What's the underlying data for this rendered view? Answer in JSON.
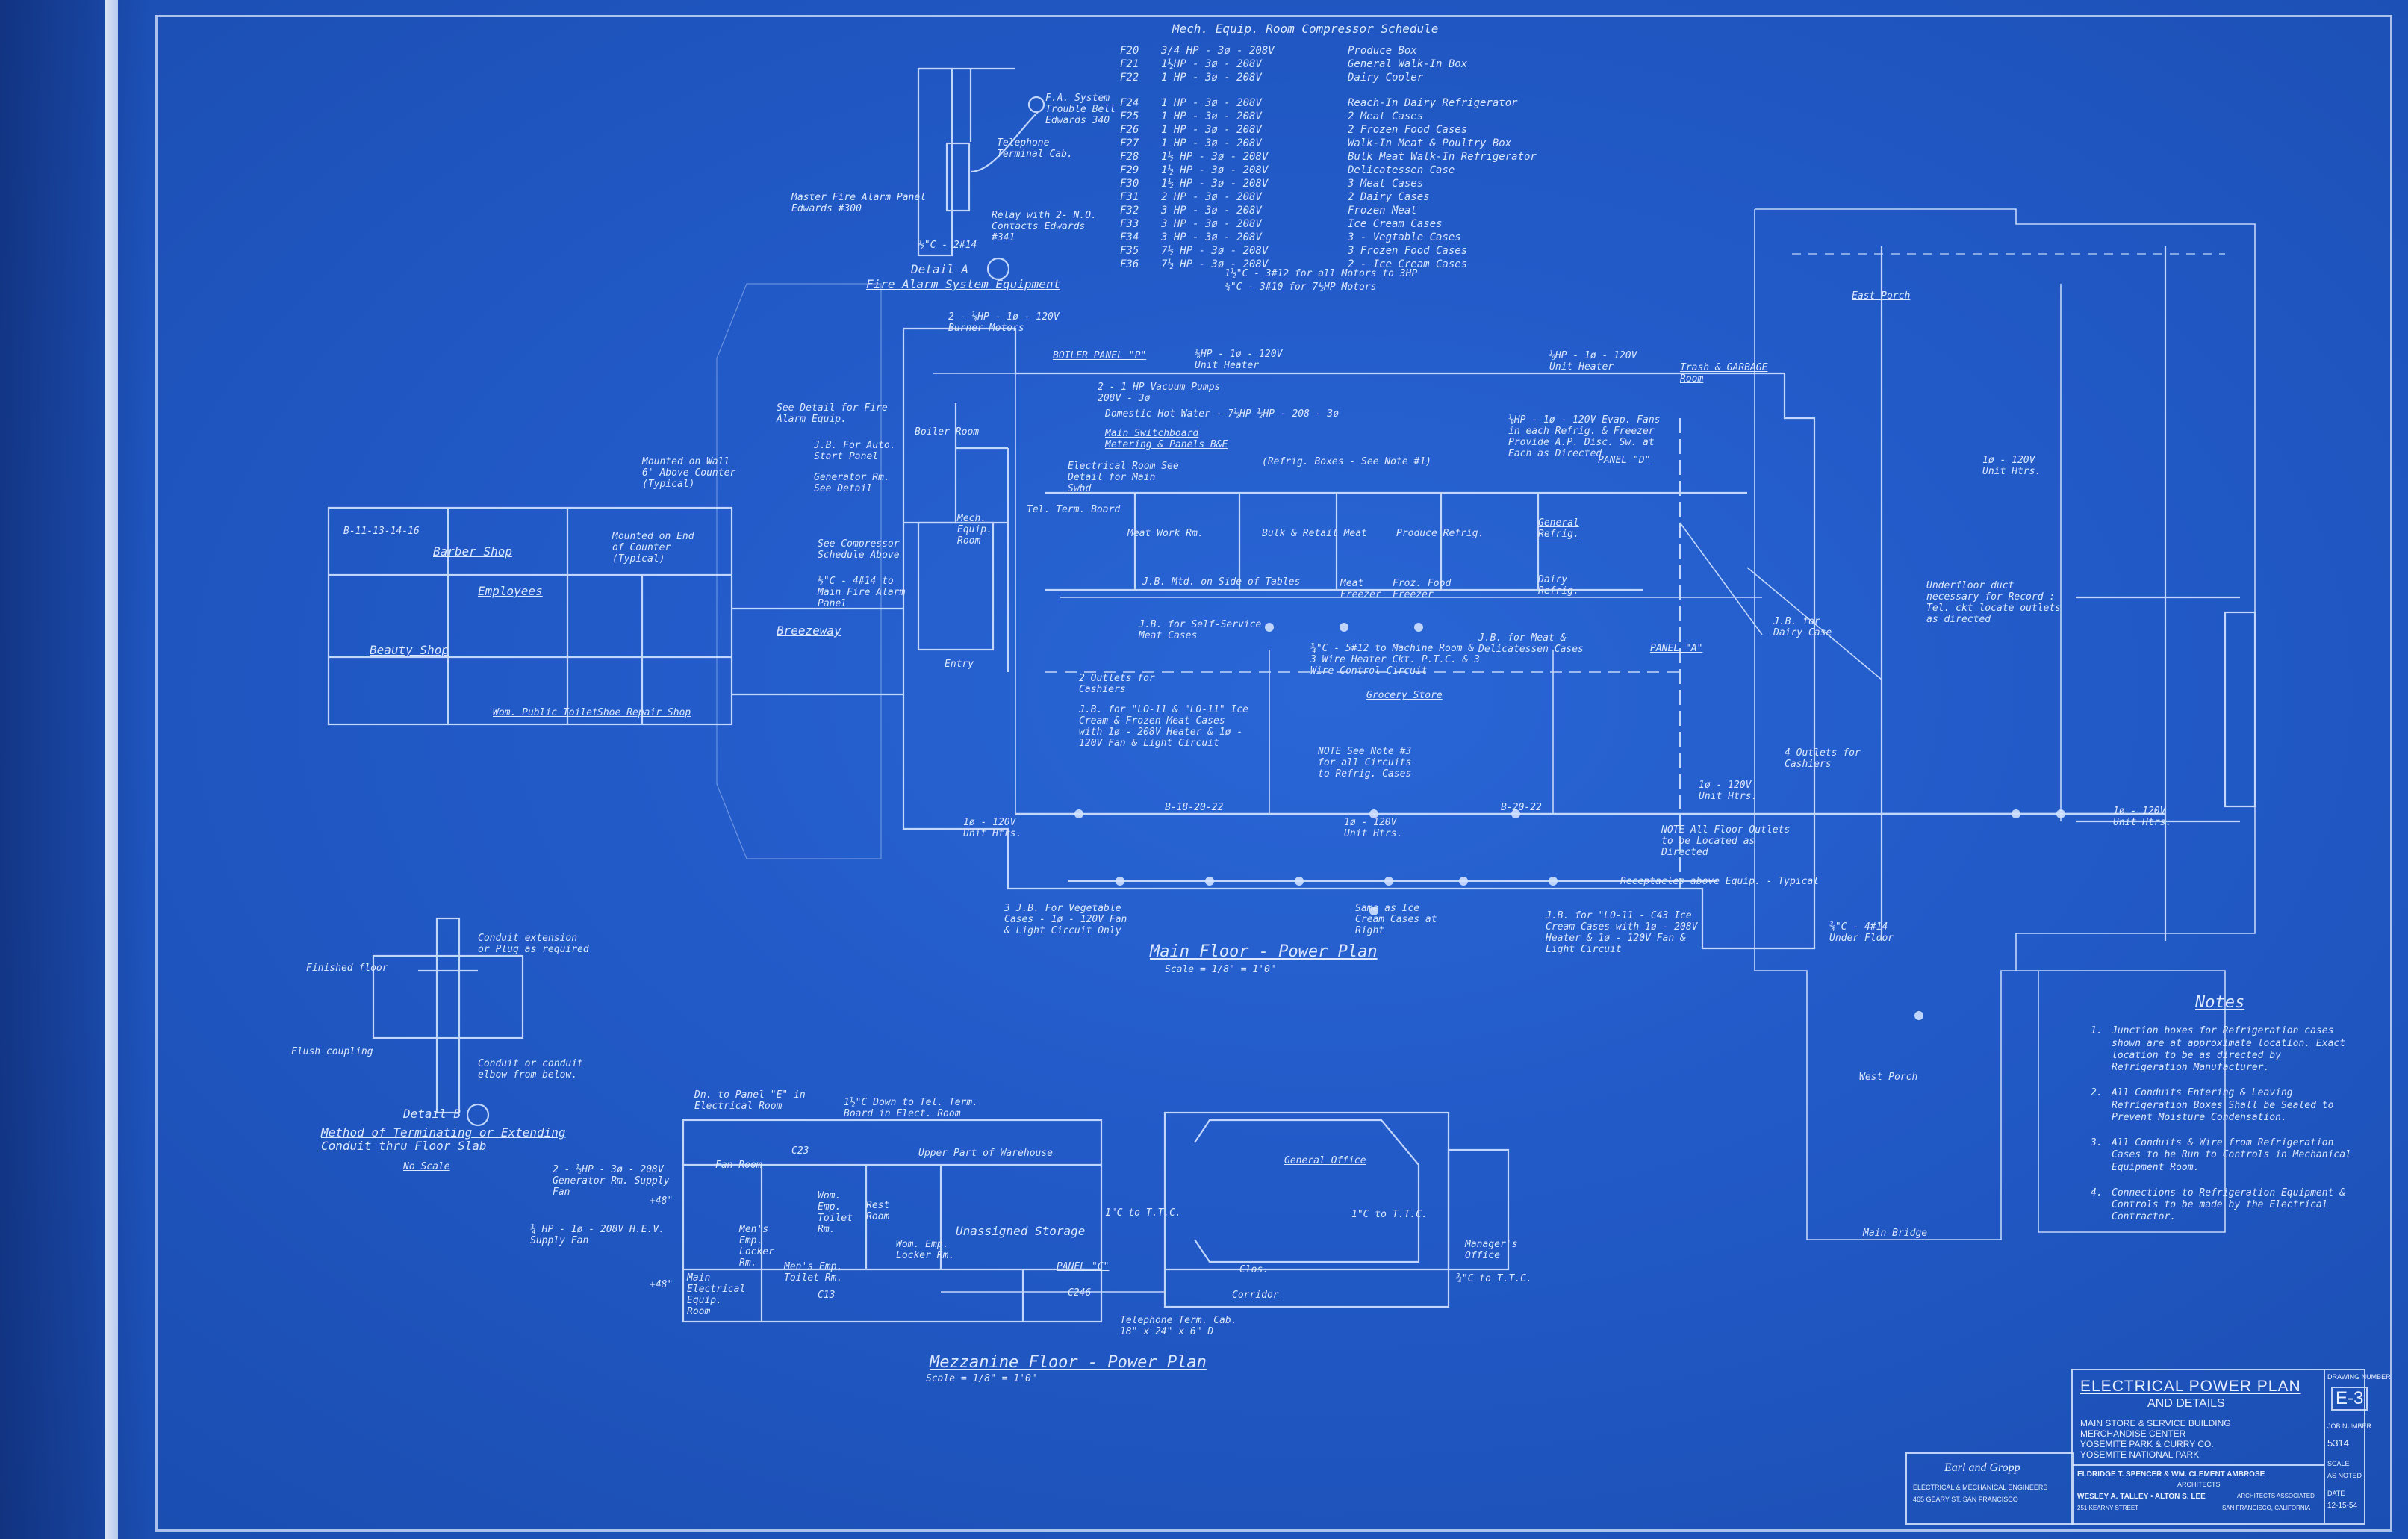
{
  "schedule": {
    "title": "Mech. Equip. Room  Compressor Schedule",
    "rows": [
      {
        "code": "F20",
        "motor": "3/4 HP - 3ø - 208V",
        "load": "Produce Box"
      },
      {
        "code": "F21",
        "motor": "1½HP - 3ø - 208V",
        "load": "General Walk-In Box"
      },
      {
        "code": "F22",
        "motor": "1 HP - 3ø - 208V",
        "load": "Dairy Cooler"
      },
      {
        "code": "F24",
        "motor": "1 HP - 3ø - 208V",
        "load": "Reach-In Dairy Refrigerator"
      },
      {
        "code": "F25",
        "motor": "1 HP - 3ø - 208V",
        "load": "2 Meat Cases"
      },
      {
        "code": "F26",
        "motor": "1 HP - 3ø - 208V",
        "load": "2 Frozen Food Cases"
      },
      {
        "code": "F27",
        "motor": "1 HP - 3ø - 208V",
        "load": "Walk-In Meat & Poultry Box"
      },
      {
        "code": "F28",
        "motor": "1½ HP - 3ø - 208V",
        "load": "Bulk Meat Walk-In Refrigerator"
      },
      {
        "code": "F29",
        "motor": "1½ HP - 3ø - 208V",
        "load": "Delicatessen Case"
      },
      {
        "code": "F30",
        "motor": "1½ HP - 3ø - 208V",
        "load": "3 Meat Cases"
      },
      {
        "code": "F31",
        "motor": "2 HP - 3ø - 208V",
        "load": "2 Dairy Cases"
      },
      {
        "code": "F32",
        "motor": "3 HP - 3ø - 208V",
        "load": "Frozen Meat"
      },
      {
        "code": "F33",
        "motor": "3 HP - 3ø - 208V",
        "load": "Ice Cream Cases"
      },
      {
        "code": "F34",
        "motor": "3 HP - 3ø - 208V",
        "load": "3 - Vegtable Cases"
      },
      {
        "code": "F35",
        "motor": "7½ HP - 3ø - 208V",
        "load": "3 Frozen Food Cases"
      },
      {
        "code": "F36",
        "motor": "7½ HP - 3ø - 208V",
        "load": "2 - Ice Cream Cases"
      }
    ],
    "footnote1": "1½\"C - 3#12 for all Motors to 3HP",
    "footnote2": "¾\"C - 3#10 for 7½HP Motors"
  },
  "fire_detail": {
    "labels": {
      "fa_system": "F.A. System Trouble Bell Edwards 340",
      "telephone": "Telephone Terminal Cab.",
      "master": "Master Fire Alarm Panel Edwards #300",
      "relay": "Relay with 2- N.O. Contacts Edwards #341",
      "conduit": "½\"C - 2#14",
      "detail_no": "Detail A",
      "title": "Fire Alarm System Equipment"
    }
  },
  "main_plan": {
    "title": "Main Floor - Power Plan",
    "scale": "Scale = 1/8\" = 1'0\"",
    "labels": {
      "burner": "2 - ¼HP - 1ø - 120V Burner Motors",
      "boiler_panel": "BOILER PANEL \"P\"",
      "unit_heater1": "⅛HP - 1ø - 120V Unit Heater",
      "vacuum": "2 - 1 HP Vacuum Pumps 208V - 3ø",
      "unit_heater2": "⅛HP - 1ø - 120V Unit Heater",
      "trash": "Trash & GARBAGE Room",
      "see_detail_fa": "See Detail for Fire Alarm Equip.",
      "hot_water": "Domestic Hot Water - 7½HP ½HP - 208 - 3ø",
      "boiler_room": "Boiler Room",
      "jb_auto": "J.B. For Auto. Start Panel",
      "main_switchboard": "Main Switchboard Metering & Panels B&E",
      "generator_rm": "Generator Rm. See Detail",
      "electrical_room": "Electrical Room See Detail for Main Swbd",
      "refrig_boxes": "(Refrig. Boxes - See Note #1)",
      "evap_fans": "⅛HP - 1ø - 120V Evap. Fans in each Refrig. & Freezer Provide A.P. Disc. Sw. at Each as Directed",
      "panel_d": "PANEL \"D\"",
      "mounted_wall": "Mounted on Wall 6' Above Counter (Typical)",
      "mounted_end": "Mounted on End of Counter (Typical)",
      "barber": "Barber Shop",
      "employees": "Employees",
      "beauty": "Beauty Shop",
      "wom_toilet": "Wom. Public Toilet",
      "shoe_repair": "Shoe Repair Shop",
      "breezeway": "Breezeway",
      "b11": "B-11-13-14-16",
      "see_compressor": "See Compressor Schedule Above",
      "to_main_fire": "½\"C - 4#14 to Main Fire Alarm Panel",
      "mech_equip": "Mech. Equip. Room",
      "tel_board": "Tel. Term. Board",
      "meat_work": "Meat Work Rm.",
      "bulk_retail": "Bulk & Retail Meat",
      "produce_refrig": "Produce Refrig.",
      "general_refrig": "General Refrig.",
      "dairy_refrig": "Dairy Refrig.",
      "meat_freezer": "Meat Freezer",
      "frozen_food": "Froz. Food Freezer",
      "jb_mtd": "J.B. Mtd. on Side of Tables",
      "jb_self": "J.B. for Self-Service Meat Cases",
      "machine_room": "¾\"C - 5#12 to Machine Room & 3 Wire Heater Ckt. P.T.C. & 3 Wire Control Circuit",
      "jb_meat_deli": "J.B. for Meat & Delicatessen Cases",
      "panel_a": "PANEL \"A\"",
      "jb_dairy": "J.B. for Dairy Case",
      "unit_htrs": "1ø - 120V Unit Htrs.",
      "underfloor": "Underfloor duct necessary for Record : Tel. ckt locate outlets as directed",
      "entry": "Entry",
      "two_outlets": "2 Outlets for Cashiers",
      "four_outlets": "4 Outlets for Cashiers",
      "jb_ice_cream": "J.B. for \"LO-11 & \"LO-11\" Ice Cream & Frozen Meat Cases with 1ø - 208V Heater & 1ø - 120V Fan & Light Circuit",
      "grocery": "Grocery Store",
      "note_refrig": "NOTE See Note #3 for all Circuits to Refrig. Cases",
      "b18": "B-18-20-22",
      "b20": "B-20-22",
      "unit_htrs2": "1ø - 120V Unit Htrs.",
      "unit_htrs3": "1ø - 120V Unit Htrs.",
      "unit_htrs4": "1ø - 120V Unit Htrs.",
      "unit_htrs5": "1ø - 120V Unit Htrs.",
      "note_floor": "NOTE All Floor Outlets to be Located as Directed",
      "receptacles": "Receptacles above Equip. - Typical",
      "jb_vegetable": "3 J.B. For Vegetable Cases - 1ø - 120V Fan & Light Circuit Only",
      "same_as_ice": "Same as Ice Cream Cases at Right",
      "jb_lo11": "J.B. for \"LO-11 - C43 Ice Cream Cases with 1ø - 208V Heater & 1ø - 120V Fan & Light Circuit",
      "east_porch": "East Porch",
      "west_porch": "West Porch",
      "main_bridge": "Main Bridge",
      "wp_conduit": "¾\"C - 4#14 Under Floor"
    }
  },
  "detail_b": {
    "conduit_ext": "Conduit extension or Plug as required",
    "finished_floor": "Finished floor",
    "flush_coupling": "Flush coupling",
    "conduit_elbow": "Conduit or conduit elbow from below.",
    "detail_no": "Detail B",
    "title": "Method of Terminating or Extending Conduit thru Floor Slab",
    "scale": "No Scale"
  },
  "mezz_plan": {
    "title": "Mezzanine  Floor - Power Plan",
    "scale": "Scale = 1/8\" = 1'0\"",
    "labels": {
      "dn_panel": "Dn. to Panel \"E\" in Electrical Room",
      "down_tel": "1½\"C Down to Tel. Term. Board in Elect. Room",
      "upper_warehouse": "Upper Part of Warehouse",
      "general_office": "General Office",
      "gen_supply": "2 - ½HP - 3ø - 208V Generator Rm. Supply Fan",
      "hev_fan": "¾ HP - 1ø - 208V H.E.V. Supply Fan",
      "fan_room": "Fan Room",
      "mens_locker": "Men's Emp. Locker Rm.",
      "mens_toilet": "Men's Emp. Toilet Rm.",
      "rest_room": "Rest Room",
      "wom_toilet": "Wom. Emp. Toilet Rm.",
      "wom_locker": "Wom. Emp. Locker Rm.",
      "unassigned": "Unassigned Storage",
      "one_c": "1\"C to T.T.C.",
      "two_c": "1\"C to T.T.C.",
      "corridor": "Corridor",
      "panel_c": "PANEL \"C\"",
      "c246": "C246",
      "telephone_cab": "Telephone Term. Cab. 18\" x 24\" x 6\" D",
      "managers": "Manager's Office",
      "to_ttc": "¾\"C to T.T.C.",
      "clos": "Clos.",
      "c23": "C23",
      "c13": "C13",
      "plus48": "+48\"",
      "plus48b": "+48\"",
      "main_electrical": "Main Electrical Equip. Room"
    }
  },
  "notes": {
    "title": "Notes",
    "items": [
      {
        "n": "1.",
        "text": "Junction boxes for Refrigeration cases shown are at approximate location. Exact location to be as directed by Refrigeration Manufacturer."
      },
      {
        "n": "2.",
        "text": "All Conduits Entering & Leaving Refrigeration Boxes Shall be Sealed to Prevent Moisture Condensation."
      },
      {
        "n": "3.",
        "text": "All Conduits & Wire from Refrigeration Cases to be Run to Controls in Mechanical Equipment Room."
      },
      {
        "n": "4.",
        "text": "Connections to Refrigeration Equipment & Controls to be made by the Electrical Contractor."
      }
    ]
  },
  "title_block": {
    "sheet_title_1": "ELECTRICAL POWER PLAN",
    "sheet_title_2": "AND DETAILS",
    "project_1": "MAIN STORE & SERVICE BUILDING",
    "project_2": "MERCHANDISE CENTER",
    "project_3": "YOSEMITE PARK & CURRY CO.",
    "project_4": "YOSEMITE NATIONAL PARK",
    "architects_1": "ELDRIDGE T. SPENCER & WM. CLEMENT AMBROSE",
    "architects_2": "ARCHITECTS",
    "architects_3": "WESLEY A. TALLEY • ALTON S. LEE",
    "architects_4": "ARCHITECTS ASSOCIATED",
    "address": "251 KEARNY STREET",
    "city": "SAN FRANCISCO, CALIFORNIA",
    "drawing_number_label": "DRAWING NUMBER",
    "drawing_number": "E-3",
    "job_label": "JOB NUMBER",
    "job_number": "5314",
    "scale_label": "SCALE",
    "scale_value": "AS NOTED",
    "date_label": "DATE",
    "date_value": "12-15-54"
  },
  "engineers_block": {
    "firm": "Earl and Gropp",
    "line1": "ELECTRICAL & MECHANICAL ENGINEERS",
    "line2": "465 GEARY ST.     SAN FRANCISCO"
  },
  "colors": {
    "background": "#1f57c4",
    "linework": "#d8e6ff"
  }
}
